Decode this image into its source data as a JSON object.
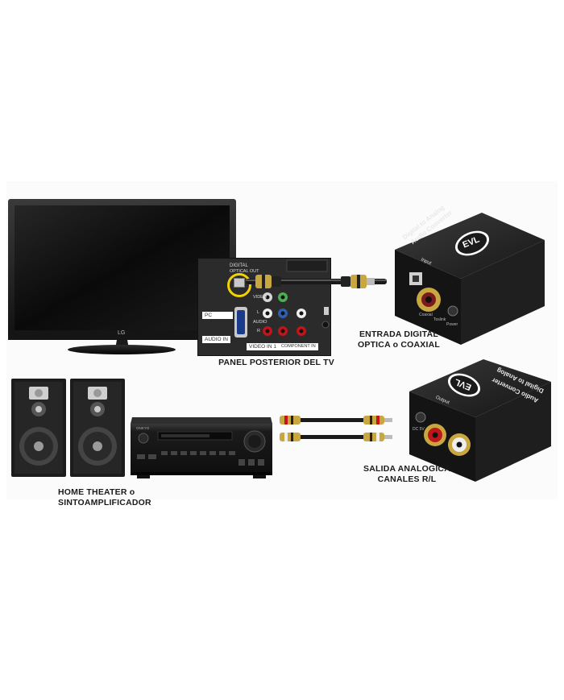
{
  "tv": {
    "brand": "LG"
  },
  "tv_panel": {
    "caption": "PANEL POSTERIOR DEL TV",
    "digital_label": "DIGITAL",
    "optical_label": "OPTICAL OUT",
    "pc_label": "PC",
    "audio_in_label": "AUDIO IN",
    "video_in_label": "VIDEO IN 1",
    "component_label": "COMPONENT IN",
    "video_small": "VIDEO",
    "audio_small": "AUDIO",
    "l_small": "L",
    "r_small": "R"
  },
  "converter_input": {
    "caption_line1": "ENTRADA DIGITAL",
    "caption_line2": "OPTICA o COAXIAL",
    "logo": "EVL",
    "title_line1": "Digital to Analog",
    "title_line2": "Audio Converter",
    "port_label": "Input",
    "port_sub1": "Coaxial",
    "port_sub2": "Toslink",
    "port_sub3": "Power"
  },
  "converter_output": {
    "caption_line1": "SALIDA ANALOGICA",
    "caption_line2": "CANALES R/L",
    "logo": "EVL",
    "title_line1": "Digital to Analog",
    "title_line2": "Audio Converter",
    "port_label": "Output",
    "port_sub": "DC 5V"
  },
  "home_theater": {
    "caption": "HOME THEATER o SINTOAMPLIFICADOR",
    "receiver_brand": "ONKYO"
  },
  "colors": {
    "device_black": "#1b1b1b",
    "gold": "#c8a640",
    "rca_red": "#c0161a",
    "rca_white": "#eeeeee",
    "highlight_yellow": "#f2d200"
  }
}
